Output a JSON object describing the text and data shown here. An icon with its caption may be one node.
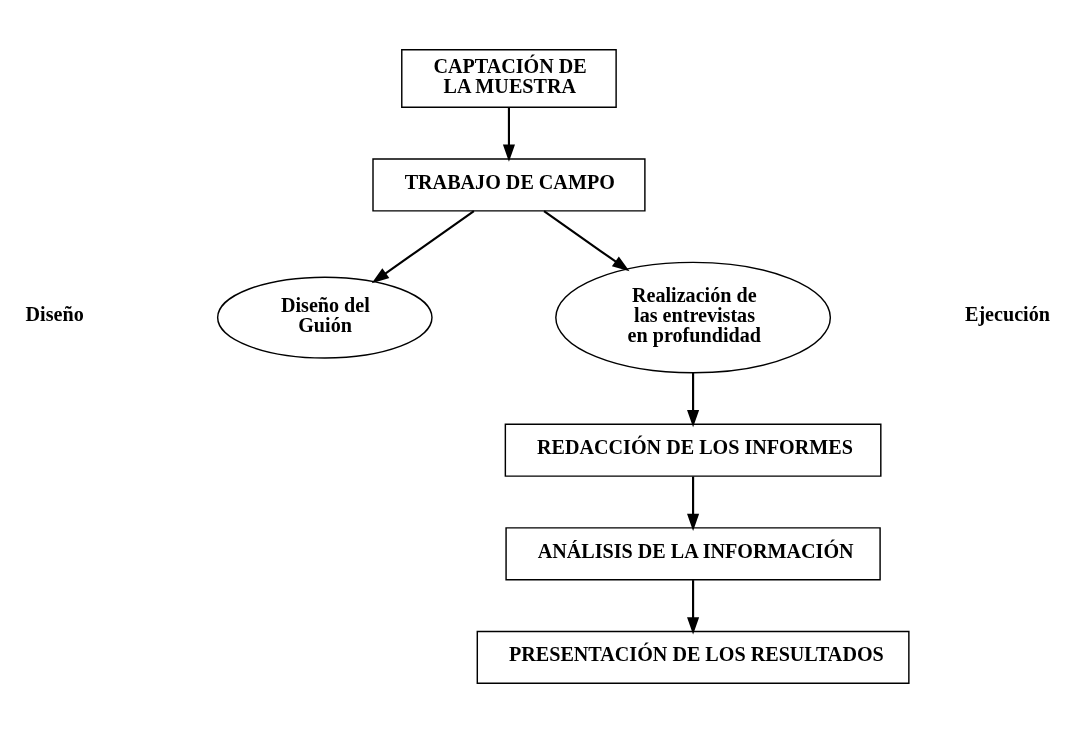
{
  "diagram": {
    "nodes": [
      {
        "text": [
          "CAPTACIÓN DE LA MUESTRA"
        ]
      },
      {
        "text": [
          "TRABAJO DE CAMPO"
        ]
      },
      {
        "text": [
          "Diseño del Guión"
        ]
      },
      {
        "text": [
          "Realización de las entrevistas en profundidad"
        ]
      },
      {
        "text": [
          "REDACCIÓN DE LOS INFORMES"
        ]
      },
      {
        "text": [
          "ANÁLISIS DE LA INFORMACIÓN"
        ]
      },
      {
        "text": [
          "PRESENTACIÓN DE LOS RESULTADOS"
        ]
      }
    ],
    "edges": [
      {
        "from": 0,
        "to": 1,
        "arrow": "to"
      },
      {
        "from": 1,
        "to": 2,
        "arrow": "to"
      },
      {
        "from": 1,
        "to": 3,
        "arrow": "to"
      },
      {
        "from": 3,
        "to": 4,
        "arrow": "to"
      },
      {
        "from": 4,
        "to": 5,
        "arrow": "to"
      },
      {
        "from": 5,
        "to": 6,
        "arrow": "to"
      }
    ],
    "labels": [
      "Diseño",
      "Ejecución"
    ]
  }
}
